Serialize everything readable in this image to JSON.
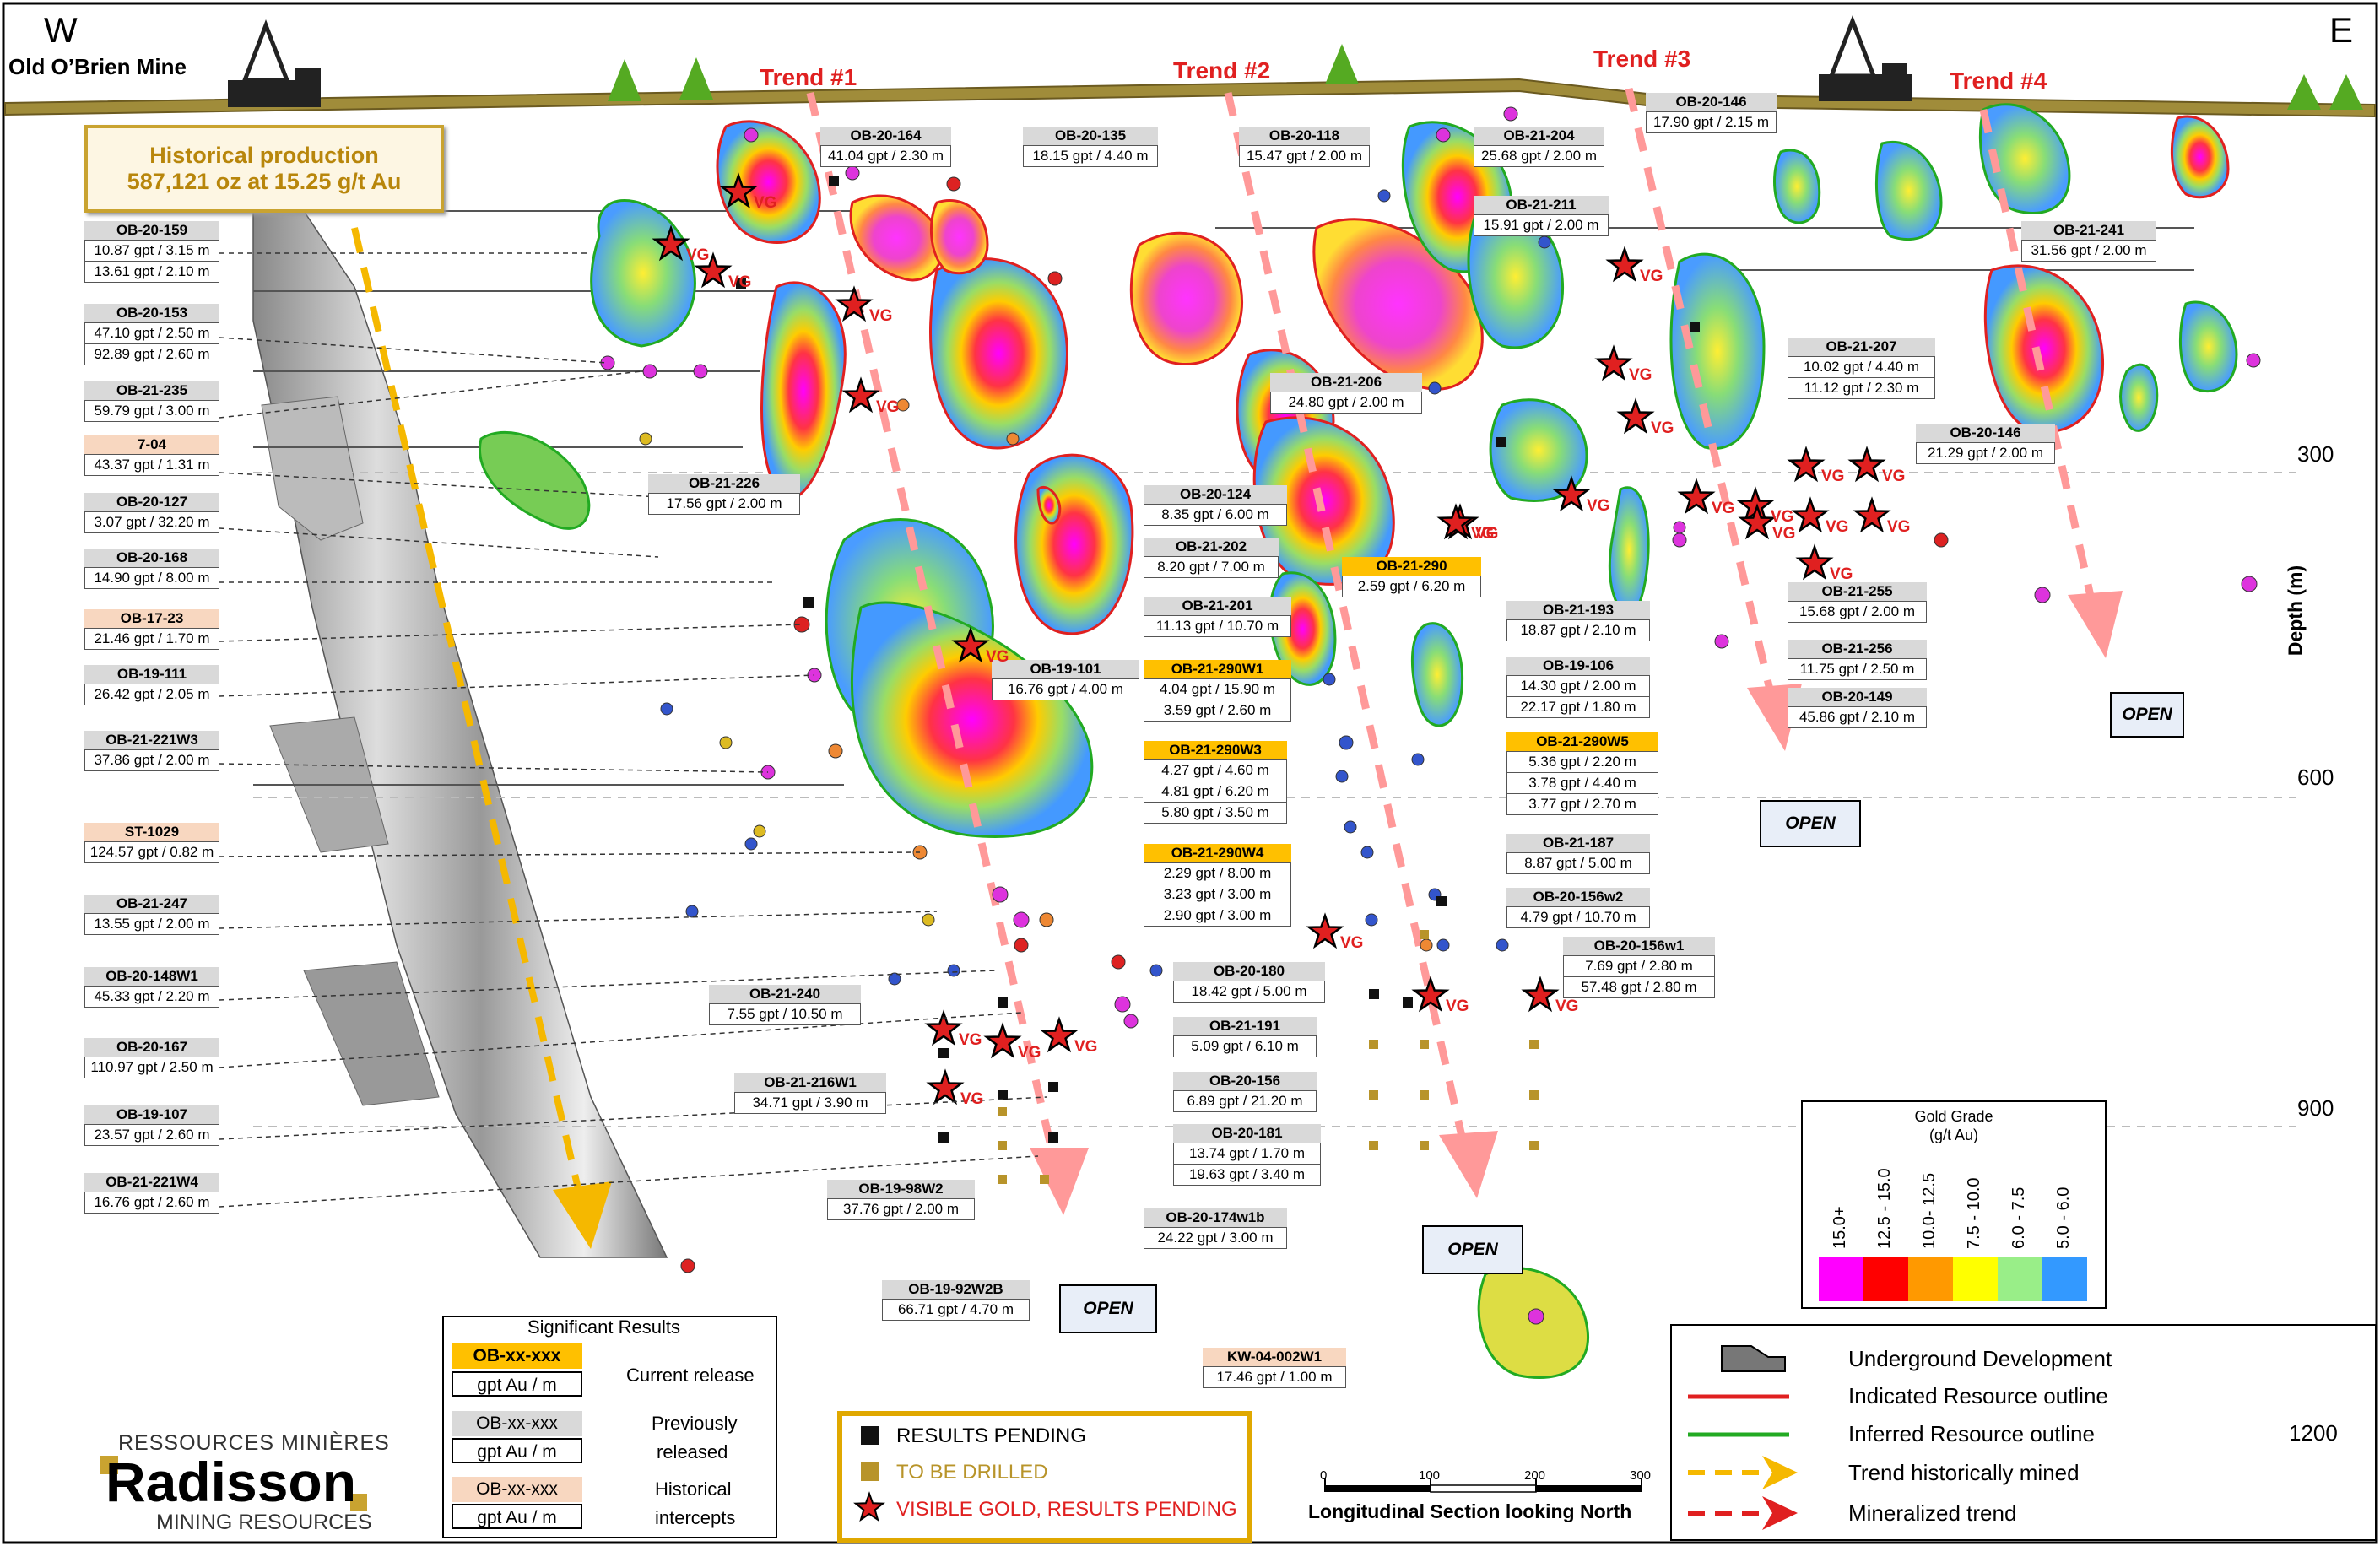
{
  "compass": {
    "west": "W",
    "east": "E"
  },
  "mine_name": "Old O’Brien Mine",
  "historical": {
    "line1": "Historical production",
    "line2": "587,121 oz at 15.25 g/t Au"
  },
  "trends": [
    "Trend #1",
    "Trend #2",
    "Trend #3",
    "Trend #4"
  ],
  "depth": {
    "axis_label": "Depth (m)",
    "ticks": [
      "300",
      "600",
      "900",
      "1200"
    ]
  },
  "open_label": "OPEN",
  "vg": "VG",
  "left_intercepts": [
    {
      "id": "OB-20-159",
      "kind": "prev",
      "vals": [
        "10.87 gpt / 3.15 m",
        "13.61 gpt / 2.10 m"
      ]
    },
    {
      "id": "OB-20-153",
      "kind": "prev",
      "vals": [
        "47.10 gpt / 2.50 m",
        "92.89 gpt / 2.60 m"
      ]
    },
    {
      "id": "OB-21-235",
      "kind": "prev",
      "vals": [
        "59.79 gpt / 3.00 m"
      ]
    },
    {
      "id": "7-04",
      "kind": "hist",
      "vals": [
        "43.37 gpt / 1.31 m"
      ]
    },
    {
      "id": "OB-20-127",
      "kind": "prev",
      "vals": [
        "3.07 gpt / 32.20 m"
      ]
    },
    {
      "id": "OB-20-168",
      "kind": "prev",
      "vals": [
        "14.90 gpt / 8.00 m"
      ]
    },
    {
      "id": "OB-17-23",
      "kind": "hist",
      "vals": [
        "21.46 gpt / 1.70 m"
      ]
    },
    {
      "id": "OB-19-111",
      "kind": "prev",
      "vals": [
        "26.42 gpt / 2.05 m"
      ]
    },
    {
      "id": "OB-21-221W3",
      "kind": "prev",
      "vals": [
        "37.86 gpt / 2.00 m"
      ]
    },
    {
      "id": "ST-1029",
      "kind": "hist",
      "vals": [
        "124.57 gpt / 0.82 m"
      ]
    },
    {
      "id": "OB-21-247",
      "kind": "prev",
      "vals": [
        "13.55 gpt / 2.00 m"
      ]
    },
    {
      "id": "OB-20-148W1",
      "kind": "prev",
      "vals": [
        "45.33 gpt / 2.20 m"
      ]
    },
    {
      "id": "OB-20-167",
      "kind": "prev",
      "vals": [
        "110.97 gpt / 2.50 m"
      ]
    },
    {
      "id": "OB-19-107",
      "kind": "prev",
      "vals": [
        "23.57 gpt / 2.60 m"
      ]
    },
    {
      "id": "OB-21-221W4",
      "kind": "prev",
      "vals": [
        "16.76 gpt / 2.60 m"
      ]
    }
  ],
  "intercepts": [
    {
      "id": "OB-20-164",
      "kind": "prev",
      "vals": [
        "41.04 gpt / 2.30 m"
      ]
    },
    {
      "id": "OB-20-135",
      "kind": "prev",
      "vals": [
        "18.15 gpt / 4.40 m"
      ]
    },
    {
      "id": "OB-20-118",
      "kind": "prev",
      "vals": [
        "15.47 gpt / 2.00 m"
      ]
    },
    {
      "id": "OB-21-204",
      "kind": "prev",
      "vals": [
        "25.68 gpt / 2.00 m"
      ]
    },
    {
      "id": "OB-20-146",
      "kind": "prev",
      "vals": [
        "17.90 gpt / 2.15 m"
      ]
    },
    {
      "id": "OB-21-211",
      "kind": "prev",
      "vals": [
        "15.91 gpt / 2.00 m"
      ]
    },
    {
      "id": "OB-21-241",
      "kind": "prev",
      "vals": [
        "31.56 gpt / 2.00 m"
      ]
    },
    {
      "id": "OB-21-207",
      "kind": "prev",
      "vals": [
        "10.02 gpt / 4.40 m",
        "11.12 gpt / 2.30 m"
      ]
    },
    {
      "id": "OB-21-206",
      "kind": "prev",
      "vals": [
        "24.80 gpt / 2.00 m"
      ]
    },
    {
      "id": "OB-20-146",
      "kind": "prev",
      "vals": [
        "21.29 gpt / 2.00 m"
      ]
    },
    {
      "id": "OB-21-226",
      "kind": "prev",
      "vals": [
        "17.56 gpt / 2.00 m"
      ]
    },
    {
      "id": "OB-20-124",
      "kind": "prev",
      "vals": [
        "8.35 gpt / 6.00 m"
      ]
    },
    {
      "id": "OB-21-202",
      "kind": "prev",
      "vals": [
        "8.20 gpt / 7.00 m"
      ]
    },
    {
      "id": "OB-21-290",
      "kind": "cur",
      "vals": [
        "2.59 gpt / 6.20 m"
      ]
    },
    {
      "id": "OB-21-201",
      "kind": "prev",
      "vals": [
        "11.13 gpt / 10.70 m"
      ]
    },
    {
      "id": "OB-21-193",
      "kind": "prev",
      "vals": [
        "18.87 gpt / 2.10 m"
      ]
    },
    {
      "id": "OB-21-255",
      "kind": "prev",
      "vals": [
        "15.68 gpt / 2.00 m"
      ]
    },
    {
      "id": "OB-21-256",
      "kind": "prev",
      "vals": [
        "11.75 gpt / 2.50 m"
      ]
    },
    {
      "id": "OB-20-149",
      "kind": "prev",
      "vals": [
        "45.86 gpt / 2.10 m"
      ]
    },
    {
      "id": "OB-19-101",
      "kind": "prev",
      "vals": [
        "16.76 gpt / 4.00 m"
      ]
    },
    {
      "id": "OB-21-290W1",
      "kind": "cur",
      "vals": [
        "4.04 gpt / 15.90 m",
        "3.59 gpt / 2.60 m"
      ]
    },
    {
      "id": "OB-19-106",
      "kind": "prev",
      "vals": [
        "14.30 gpt / 2.00 m",
        "22.17 gpt / 1.80 m"
      ]
    },
    {
      "id": "OB-21-290W3",
      "kind": "cur",
      "vals": [
        "4.27 gpt / 4.60 m",
        "4.81 gpt / 6.20 m",
        "5.80 gpt / 3.50 m"
      ]
    },
    {
      "id": "OB-21-290W5",
      "kind": "cur",
      "vals": [
        "5.36 gpt / 2.20 m",
        "3.78 gpt / 4.40 m",
        "3.77 gpt / 2.70 m"
      ]
    },
    {
      "id": "OB-21-187",
      "kind": "prev",
      "vals": [
        "8.87 gpt / 5.00 m"
      ]
    },
    {
      "id": "OB-21-290W4",
      "kind": "cur",
      "vals": [
        "2.29 gpt / 8.00 m",
        "3.23 gpt / 3.00 m",
        "2.90 gpt / 3.00 m"
      ]
    },
    {
      "id": "OB-20-156w2",
      "kind": "prev",
      "vals": [
        "4.79 gpt / 10.70 m"
      ]
    },
    {
      "id": "OB-20-156w1",
      "kind": "prev",
      "vals": [
        "7.69 gpt / 2.80 m",
        "57.48 gpt / 2.80 m"
      ]
    },
    {
      "id": "OB-20-180",
      "kind": "prev",
      "vals": [
        "18.42 gpt / 5.00 m"
      ]
    },
    {
      "id": "OB-21-240",
      "kind": "prev",
      "vals": [
        "7.55 gpt / 10.50 m"
      ]
    },
    {
      "id": "OB-21-191",
      "kind": "prev",
      "vals": [
        "5.09 gpt / 6.10 m"
      ]
    },
    {
      "id": "OB-21-216W1",
      "kind": "prev",
      "vals": [
        "34.71 gpt / 3.90 m"
      ]
    },
    {
      "id": "OB-20-156",
      "kind": "prev",
      "vals": [
        "6.89 gpt / 21.20 m"
      ]
    },
    {
      "id": "OB-20-181",
      "kind": "prev",
      "vals": [
        "13.74 gpt / 1.70 m",
        "19.63 gpt / 3.40 m"
      ]
    },
    {
      "id": "OB-19-98W2",
      "kind": "prev",
      "vals": [
        "37.76 gpt / 2.00 m"
      ]
    },
    {
      "id": "OB-20-174w1b",
      "kind": "prev",
      "vals": [
        "24.22 gpt / 3.00 m"
      ]
    },
    {
      "id": "OB-19-92W2B",
      "kind": "prev",
      "vals": [
        "66.71 gpt / 4.70 m"
      ]
    },
    {
      "id": "KW-04-002W1",
      "kind": "hist",
      "vals": [
        "17.46 gpt / 1.00 m"
      ]
    }
  ],
  "sig_legend": {
    "title": "Significant Results",
    "code": "OB-xx-xxx",
    "unit": "gpt Au / m",
    "current": "Current release",
    "previous_1": "Previously",
    "previous_2": "released",
    "historical_1": "Historical",
    "historical_2": "intercepts"
  },
  "status_legend": {
    "pending": "RESULTS PENDING",
    "to_drill": "TO BE DRILLED",
    "vg": "VISIBLE GOLD, RESULTS PENDING"
  },
  "grade_legend": {
    "title_1": "Gold Grade",
    "title_2": "(g/t Au)",
    "bins": [
      {
        "label": "15.0+",
        "color": "#ff00ff"
      },
      {
        "label": "12.5 - 15.0",
        "color": "#ff0000"
      },
      {
        "label": "10.0- 12.5",
        "color": "#ff9900"
      },
      {
        "label": "7.5 - 10.0",
        "color": "#ffff00"
      },
      {
        "label": "6.0 - 7.5",
        "color": "#99ee88"
      },
      {
        "label": "5.0 - 6.0",
        "color": "#3399ff"
      }
    ]
  },
  "scalebar": {
    "ticks": [
      "0",
      "100",
      "200",
      "300"
    ],
    "caption": "Longitudinal Section looking North"
  },
  "right_legend": {
    "underground": "Underground Development",
    "indicated": "Indicated Resource outline",
    "inferred": "Inferred Resource outline",
    "hist_trend": "Trend historically mined",
    "min_trend": "Mineralized trend"
  },
  "company": {
    "top": "RESSOURCES MINIÈRES",
    "name": "Radisson",
    "bottom": "MINING RESOURCES"
  },
  "colors": {
    "ground": "#a08c3a",
    "indicated": "#e02020",
    "inferred": "#22aa22",
    "trend": "#ff9999",
    "hist_trend": "#f5b800",
    "current": "#ffc000",
    "historical": "#f8d7c0",
    "previous": "#d9d9d9"
  }
}
